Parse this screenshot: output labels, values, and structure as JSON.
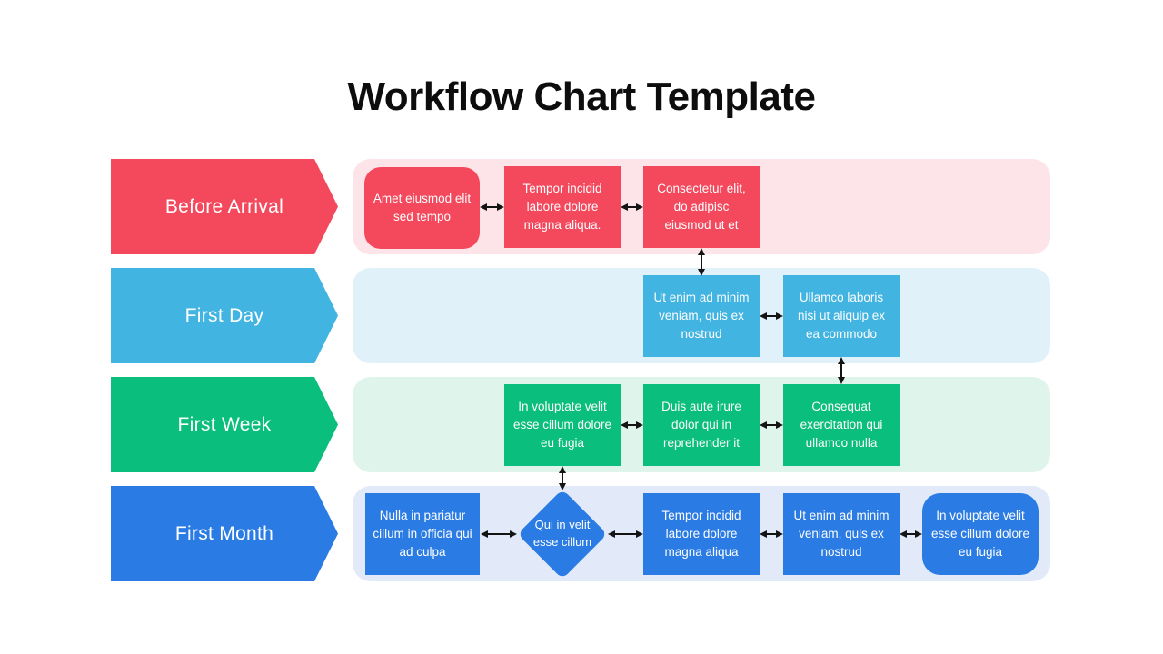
{
  "title": "Workflow Chart Template",
  "colors": {
    "red": "#F4485C",
    "red_track": "#FCE4E8",
    "sky_blue": "#41B4E1",
    "sky_blue_track": "#E0F1F9",
    "green": "#0ABE7D",
    "green_track": "#DFF4EB",
    "blue": "#2A7CE4",
    "blue_track": "#E2EAF9",
    "arrow": "#141414",
    "title_text": "#0D0D0D",
    "box_text": "#FFFFFF"
  },
  "rows": [
    {
      "label": "Before Arrival",
      "boxes": [
        "Amet eiusmod elit  sed tempo",
        "Tempor incidid labore dolore magna aliqua.",
        "Consectetur elit, do adipisc eiusmod ut et"
      ]
    },
    {
      "label": "First Day",
      "boxes": [
        "Ut enim ad minim veniam, quis ex nostrud",
        "Ullamco laboris nisi ut aliquip ex ea commodo"
      ]
    },
    {
      "label": "First Week",
      "boxes": [
        "In voluptate velit esse cillum dolore eu fugia",
        "Duis aute irure dolor qui in reprehender it",
        "Consequat exercitation qui ullamco nulla"
      ]
    },
    {
      "label": "First Month",
      "boxes": [
        "Nulla in pariatur cillum in officia qui ad culpa",
        "Qui in velit esse cillum",
        "Tempor incidid labore dolore magna aliqua",
        "Ut enim ad minim veniam, quis ex nostrud",
        "In voluptate velit esse cillum dolore eu fugia"
      ]
    }
  ]
}
